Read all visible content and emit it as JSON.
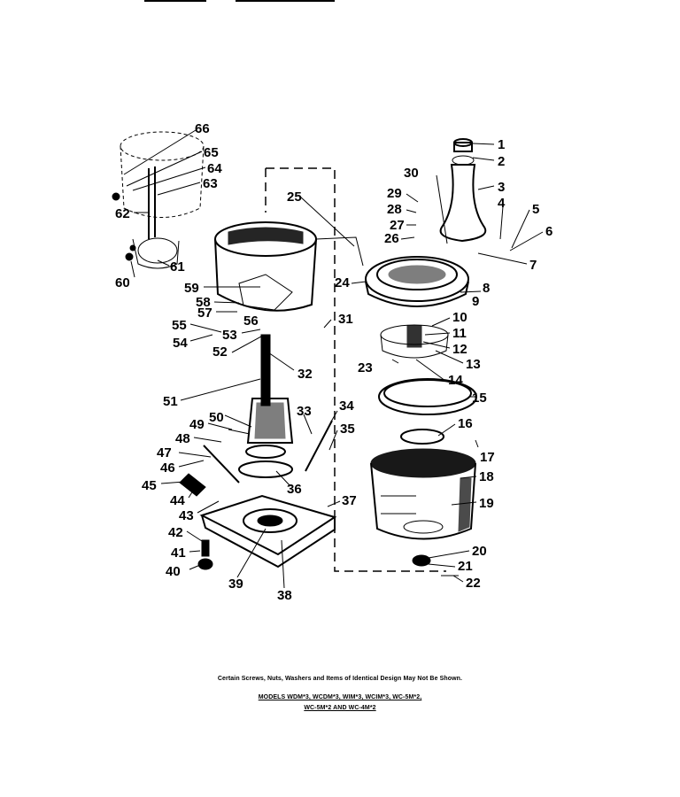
{
  "callouts": [
    "1",
    "2",
    "3",
    "4",
    "5",
    "6",
    "7",
    "8",
    "9",
    "10",
    "11",
    "12",
    "13",
    "14",
    "15",
    "16",
    "17",
    "18",
    "19",
    "20",
    "21",
    "22",
    "23",
    "24",
    "25",
    "26",
    "27",
    "28",
    "29",
    "30",
    "31",
    "32",
    "33",
    "34",
    "35",
    "36",
    "37",
    "38",
    "39",
    "40",
    "41",
    "42",
    "43",
    "44",
    "45",
    "46",
    "47",
    "48",
    "49",
    "50",
    "51",
    "52",
    "53",
    "54",
    "55",
    "56",
    "57",
    "58",
    "59",
    "60",
    "61",
    "62",
    "63",
    "64",
    "65",
    "66"
  ],
  "footnote": "Certain Screws, Nuts, Washers and Items of Identical Design May Not Be Shown.",
  "models": {
    "line1": "MODELS WDM*3, WCDM*3, WIM*3, WCIM*3, WC-5M*2,",
    "line2": "WC-5M*2 AND WC-4M*2"
  }
}
